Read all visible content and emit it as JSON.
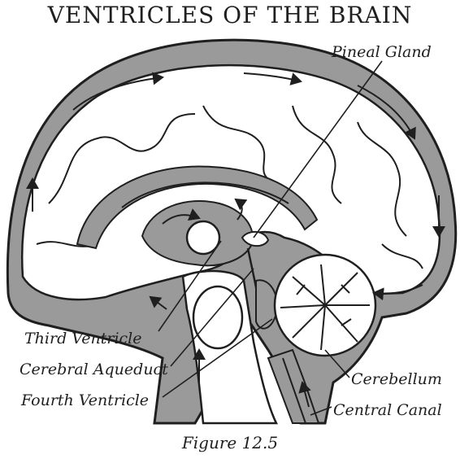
{
  "title": "VENTRICLES OF THE BRAIN",
  "caption": "Figure 12.5",
  "labels": {
    "pineal_gland": "Pineal Gland",
    "third_ventricle": "Third Ventricle",
    "cerebral_aqueduct": "Cerebral Aqueduct",
    "fourth_ventricle": "Fourth Ventricle",
    "cerebellum": "Cerebellum",
    "central_canal": "Central Canal"
  },
  "colors": {
    "ink": "#1f1f1f",
    "csf_gray": "#9a9a9a",
    "tissue": "#ffffff"
  }
}
